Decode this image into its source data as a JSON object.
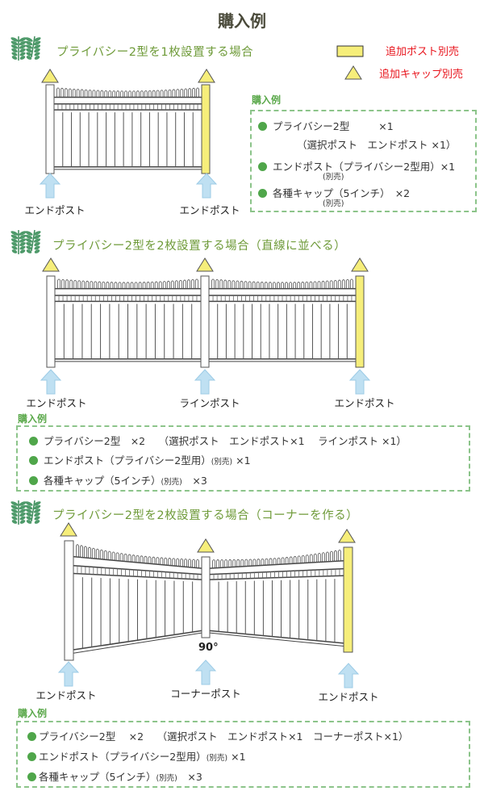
{
  "title": "購入例",
  "legend": {
    "post_label": "追加ポスト別売",
    "cap_label": "追加キャップ別売",
    "post_color": "#f6ee7a",
    "cap_color": "#f6ee7a"
  },
  "sections": [
    {
      "heading": "プライバシー2型を1枚設置する場合",
      "post_labels": [
        "エンドポスト",
        "エンドポスト"
      ],
      "box_label": "購入例",
      "items": [
        {
          "text": "プライバシー2型",
          "qty": "×1",
          "sub": "（選択ポスト　エンドポスト ×1）"
        },
        {
          "text": "エンドポスト（プライバシー2型用）×1",
          "note": "(別売)"
        },
        {
          "text": "各種キャップ（5インチ）　×2",
          "note": "(別売)"
        }
      ]
    },
    {
      "heading": "プライバシー2型を2枚設置する場合（直線に並べる）",
      "post_labels": [
        "エンドポスト",
        "ラインポスト",
        "エンドポスト"
      ],
      "box_label": "購入例",
      "items": [
        {
          "text": "プライバシー2型　×2　 （選択ポスト　エンドポスト×1　 ラインポスト ×1）"
        },
        {
          "text": "エンドポスト（プライバシー2型用）",
          "note": "(別売)",
          "qty": "×1"
        },
        {
          "text": "各種キャップ（5インチ）",
          "note": "(別売)",
          "qty": "×3"
        }
      ]
    },
    {
      "heading": "プライバシー2型を2枚設置する場合（コーナーを作る）",
      "angle": "90°",
      "post_labels": [
        "エンドポスト",
        "コーナーポスト",
        "エンドポスト"
      ],
      "box_label": "購入例",
      "items": [
        {
          "text": "プライバシー2型　 ×2　 （選択ポスト　エンドポスト×1　コーナーポスト×1）"
        },
        {
          "text": "エンドポスト（プライバシー2型用）",
          "note": "(別売)",
          "qty": "×1"
        },
        {
          "text": "各種キャップ（5インチ）",
          "note": "(別売)",
          "qty": "×3"
        }
      ]
    }
  ]
}
